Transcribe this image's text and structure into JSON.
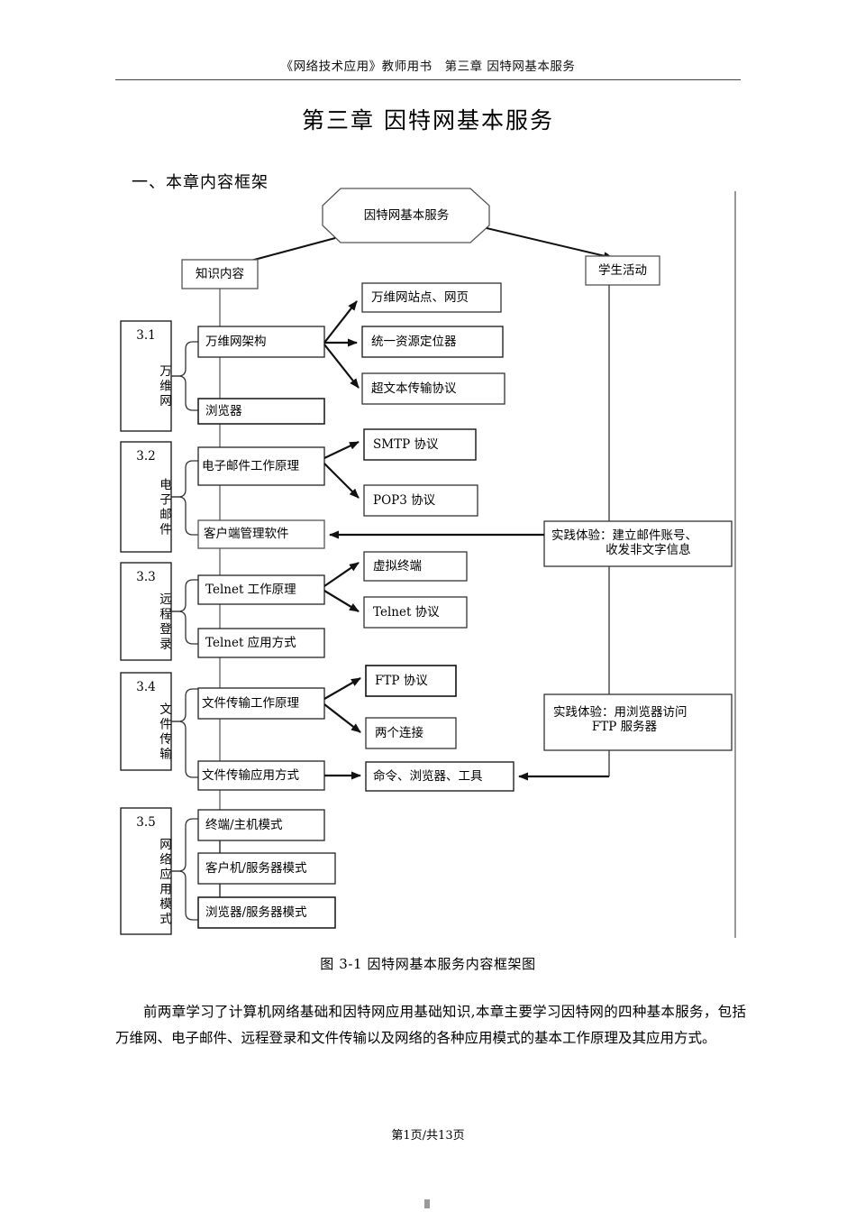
{
  "document": {
    "header": "《网络技术应用》教师用书　第三章 因特网基本服务",
    "chapter_title": "第三章  因特网基本服务",
    "section_heading": "一、本章内容框架",
    "figure_caption": "图 3-1  因特网基本服务内容框架图",
    "body_paragraph": "前两章学习了计算机网络基础和因特网应用基础知识,本章主要学习因特网的四种基本服务，包括万维网、电子邮件、远程登录和文件传输以及网络的各种应用模式的基本工作原理及其应用方式。",
    "footer": "第1页/共13页"
  },
  "diagram": {
    "root": "因特网基本服务",
    "branch_left": "知识内容",
    "branch_right": "学生活动",
    "units": [
      {
        "number": "3.1",
        "name": "万维网"
      },
      {
        "number": "3.2",
        "name": "电子邮件"
      },
      {
        "number": "3.3",
        "name": "远程登录"
      },
      {
        "number": "3.4",
        "name": "文件传输"
      },
      {
        "number": "3.5",
        "name": "网络应用模式"
      }
    ],
    "topics": [
      "万维网架构",
      "浏览器",
      "电子邮件工作原理",
      "客户端管理软件",
      "Telnet 工作原理",
      "Telnet 应用方式",
      "文件传输工作原理",
      "文件传输应用方式",
      "终端/主机模式",
      "客户机/服务器模式",
      "浏览器/服务器模式"
    ],
    "details": [
      "万维网站点、网页",
      "统一资源定位器",
      "超文本传输协议",
      "SMTP 协议",
      "POP3 协议",
      "虚拟终端",
      "Telnet 协议",
      "FTP 协议",
      "两个连接",
      "命令、浏览器、工具"
    ],
    "activities": [
      "实践体验：建立邮件账号、\n              收发非文字信息",
      "实践体验：用浏览器访问\n          FTP 服务器"
    ],
    "colors": {
      "box_stroke": "#000000",
      "line": "#1a1a1a",
      "page_bg": "#ffffff"
    }
  }
}
